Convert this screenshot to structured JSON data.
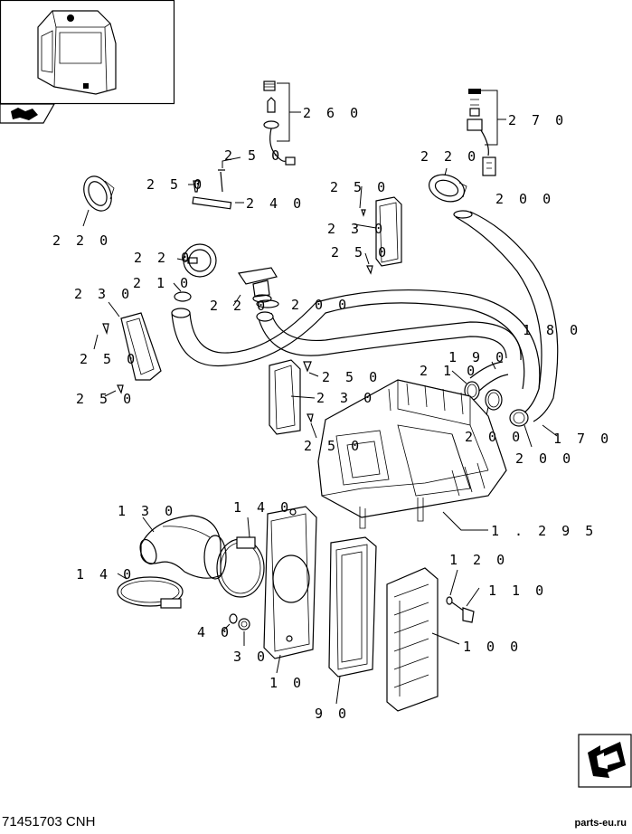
{
  "document": {
    "code": "71451703 CNH",
    "site": "parts-eu.ru"
  },
  "callouts": [
    {
      "id": "c260",
      "text": "2 6 0"
    },
    {
      "id": "c270",
      "text": "2 7 0"
    },
    {
      "id": "c250a",
      "text": "2 5 0"
    },
    {
      "id": "c250b",
      "text": "2 5 0"
    },
    {
      "id": "c240",
      "text": "2 4 0"
    },
    {
      "id": "c220a",
      "text": "2 2 0"
    },
    {
      "id": "c220b",
      "text": "2 2 0"
    },
    {
      "id": "c200a",
      "text": "2 0 0"
    },
    {
      "id": "c250c",
      "text": "2 5 0"
    },
    {
      "id": "c230a",
      "text": "2 3 0"
    },
    {
      "id": "c250d",
      "text": "2 5 0"
    },
    {
      "id": "c220c",
      "text": "2 2 0"
    },
    {
      "id": "c210a",
      "text": "2 1 0"
    },
    {
      "id": "c230b",
      "text": "2 3 0"
    },
    {
      "id": "c220d",
      "text": "2 2 0"
    },
    {
      "id": "c200b",
      "text": "2 0 0"
    },
    {
      "id": "c180",
      "text": "1 8 0"
    },
    {
      "id": "c190",
      "text": "1 9 0"
    },
    {
      "id": "c250e",
      "text": "2 5 0"
    },
    {
      "id": "c210b",
      "text": "2 1 0"
    },
    {
      "id": "c250f",
      "text": "2 5 0"
    },
    {
      "id": "c230c",
      "text": "2 3 0"
    },
    {
      "id": "c250g",
      "text": "2 5 0"
    },
    {
      "id": "c200c",
      "text": "2 0 0"
    },
    {
      "id": "c170",
      "text": "1 7 0"
    },
    {
      "id": "c250h",
      "text": "2 5 0"
    },
    {
      "id": "c200d",
      "text": "2 0 0"
    },
    {
      "id": "c1295",
      "text": "1 . 2 9 5"
    },
    {
      "id": "c130",
      "text": "1 3 0"
    },
    {
      "id": "c140a",
      "text": "1 4 0"
    },
    {
      "id": "c120",
      "text": "1 2 0"
    },
    {
      "id": "c110",
      "text": "1 1 0"
    },
    {
      "id": "c140b",
      "text": "1 4 0"
    },
    {
      "id": "c40",
      "text": "4 0"
    },
    {
      "id": "c100",
      "text": "1 0 0"
    },
    {
      "id": "c30",
      "text": "3 0"
    },
    {
      "id": "c10",
      "text": "1 0"
    },
    {
      "id": "c90",
      "text": "9 0"
    }
  ]
}
